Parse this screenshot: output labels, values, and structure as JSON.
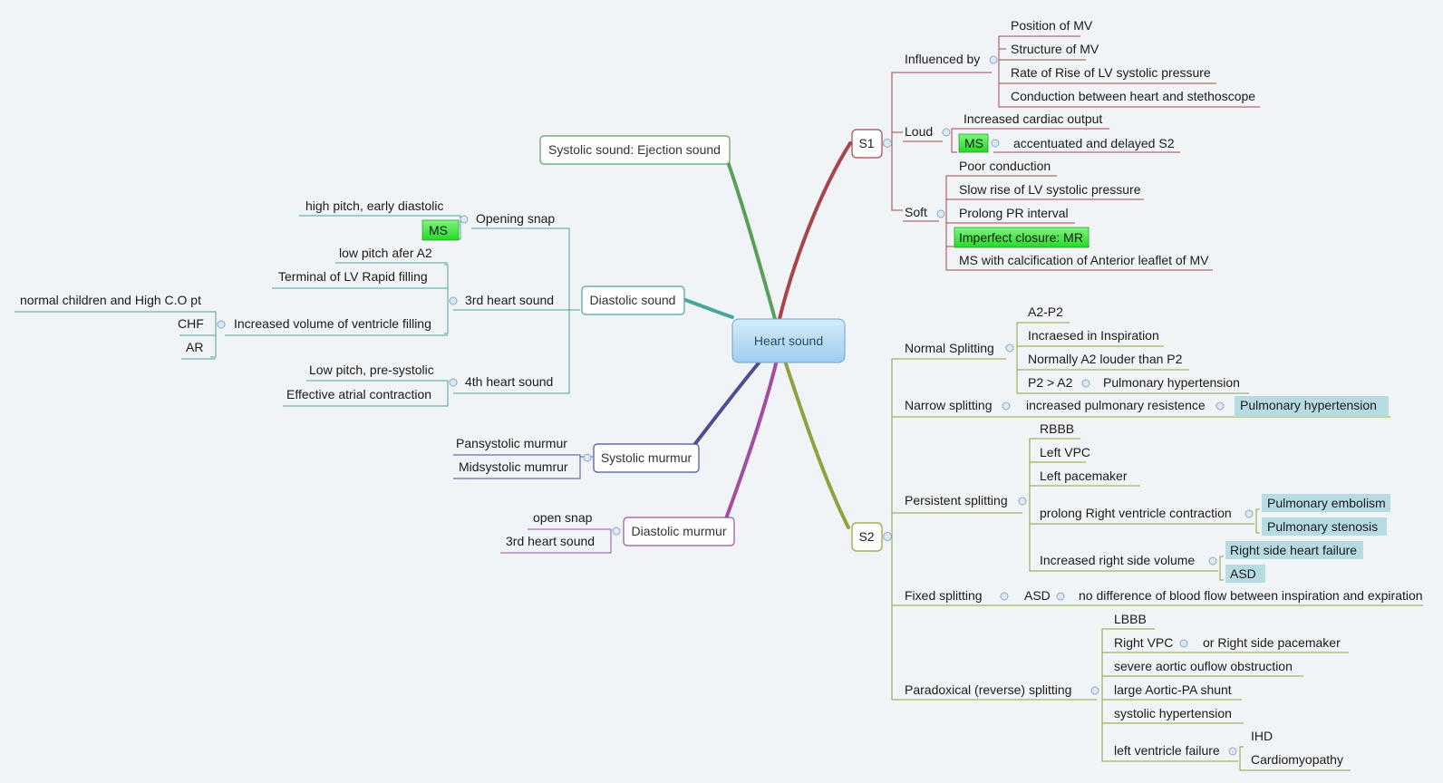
{
  "central": "Heart sound",
  "s1": {
    "label": "S1",
    "influenced": {
      "label": "Influenced by",
      "items": [
        "Position of MV",
        "Structure of MV",
        "Rate of Rise of LV systolic pressure",
        "Conduction between heart and stethoscope"
      ]
    },
    "loud": {
      "label": "Loud",
      "item1": "Increased cardiac output",
      "ms": "MS",
      "ms_child": "accentuated and delayed S2"
    },
    "soft": {
      "label": "Soft",
      "items": [
        "Poor conduction",
        "Slow rise of LV systolic pressure",
        "Prolong PR interval",
        "Imperfect closure: MR",
        "MS with calcification of Anterior leaflet of MV"
      ]
    }
  },
  "s2": {
    "label": "S2",
    "normal": {
      "label": "Normal Splitting",
      "items": [
        "A2-P2",
        "Incraesed in Inspiration",
        "Normally A2 louder than P2",
        "P2 > A2"
      ],
      "p2_child": "Pulmonary hypertension"
    },
    "narrow": {
      "label": "Narrow splitting",
      "child": "increased pulmonary resistence",
      "grandchild": "Pulmonary hypertension"
    },
    "persistent": {
      "label": "Persistent splitting",
      "items": [
        "RBBB",
        "Left VPC",
        "Left pacemaker",
        "prolong Right ventricle contraction",
        "Increased right side volume"
      ],
      "prolong_children": [
        "Pulmonary embolism",
        "Pulmonary stenosis"
      ],
      "volume_children": [
        "Right side heart failure",
        "ASD"
      ]
    },
    "fixed": {
      "label": "Fixed splitting",
      "child": "ASD",
      "grandchild": "no difference of blood flow between inspiration and expiration"
    },
    "paradox": {
      "label": "Paradoxical (reverse)  splitting",
      "items": [
        "LBBB",
        "Right VPC",
        "severe aortic ouflow obstruction",
        "large Aortic-PA shunt",
        "systolic hypertension",
        "left ventricle failure"
      ],
      "rvpc_child": "or Right side pacemaker",
      "lvf_children": [
        "IHD",
        "Cardiomyopathy"
      ]
    }
  },
  "ejection": "Systolic sound: Ejection sound",
  "diastolic_sound": {
    "label": "Diastolic sound",
    "opening": {
      "label": "Opening snap",
      "items": [
        "high pitch, early diastolic",
        "MS"
      ]
    },
    "third": {
      "label": "3rd heart sound",
      "items": [
        "low pitch afer A2",
        "Terminal of LV Rapid filling",
        "Increased volume of ventricle filling"
      ],
      "vol_children": [
        "normal children and High C.O pt",
        "CHF",
        "AR"
      ]
    },
    "fourth": {
      "label": "4th heart sound",
      "items": [
        "Low pitch, pre-systolic",
        "Effective atrial contraction"
      ]
    }
  },
  "systolic_murmur": {
    "label": "Systolic murmur",
    "items": [
      "Pansystolic murmur",
      "Midsystolic mumrur"
    ]
  },
  "diastolic_murmur": {
    "label": "Diastolic murmur",
    "items": [
      "open snap",
      "3rd heart sound"
    ]
  },
  "colors": {
    "background": "#f1f4f6",
    "s1": "#a8454a",
    "s2": "#8fa23f",
    "ejection": "#5aa05a",
    "diastolic": "#4aa59d",
    "systolic_murmur": "#4a4f93",
    "diastolic_murmur": "#a04fa0",
    "green_highlight": "#38e038",
    "teal_highlight": "#b7dbe3",
    "central_fill": "#a8d4f2"
  }
}
